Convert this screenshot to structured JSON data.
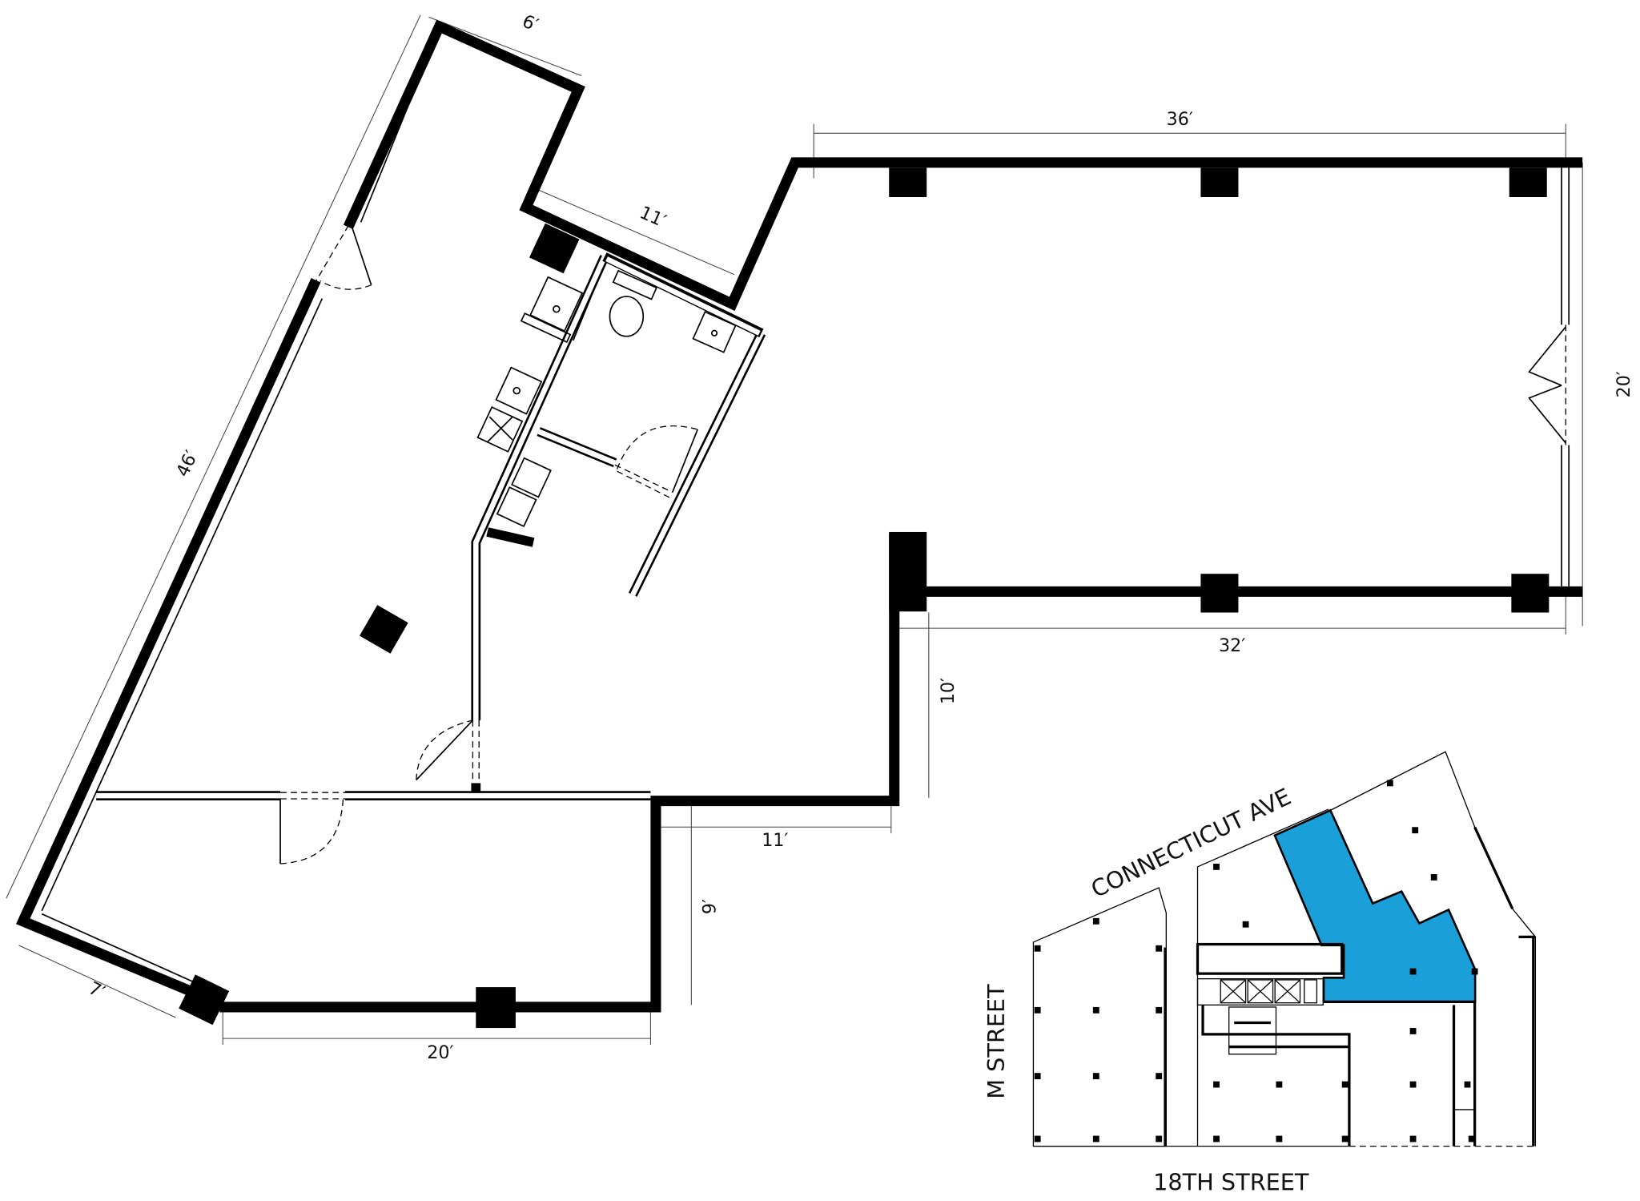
{
  "dimensions": {
    "top_left_width": "6′",
    "inner_diagonal": "11′",
    "top_length": "36′",
    "right_width": "20′",
    "bottom_right_length": "32′",
    "step_height": "10′",
    "step_width": "11′",
    "lower_room_height": "9′",
    "bottom_length": "20′",
    "bottom_left_angle": "7′",
    "left_length": "46′"
  },
  "key_plan": {
    "streets": {
      "north": "CONNECTICUT AVE",
      "west": "M STREET",
      "south": "18TH STREET"
    },
    "highlight_color": "#1a9fd9"
  }
}
